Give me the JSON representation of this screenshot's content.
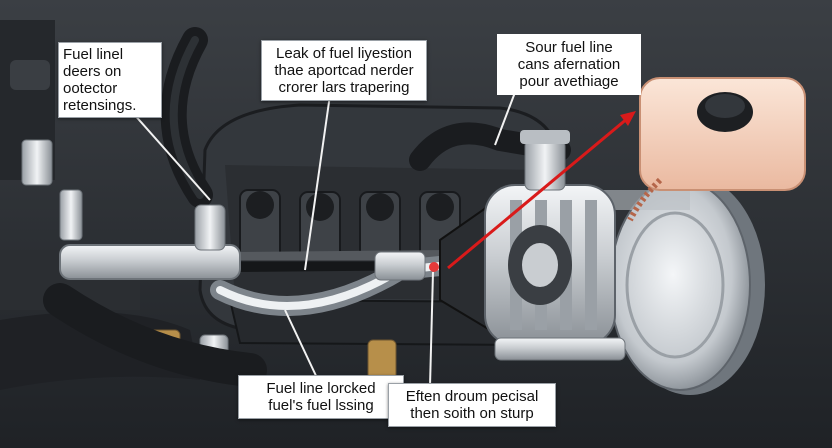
{
  "diagram": {
    "callouts": {
      "fuel_line_top_left": [
        "Fuel linel",
        "deers on",
        "ootector",
        "retensings."
      ],
      "leak_top_center": [
        "Leak of fuel liyestion",
        "thae aportcad nerder",
        "crorer lars trapering"
      ],
      "sour_fuel_top_right": [
        "Sour fuel line",
        "cans afernation",
        "pour avethiage"
      ],
      "fuel_line_bottom_left": [
        "Fuel line lorcked",
        "fuel's fuel lssing"
      ],
      "eften_bottom_center": [
        "Eften droum pecisal",
        "then soith on sturp"
      ]
    },
    "colors": {
      "leak_arrow": "#d91a1a",
      "reservoir": "#f6d6c4",
      "engine_dark": "#2b2e32",
      "metal": "#cfd3d7"
    }
  }
}
